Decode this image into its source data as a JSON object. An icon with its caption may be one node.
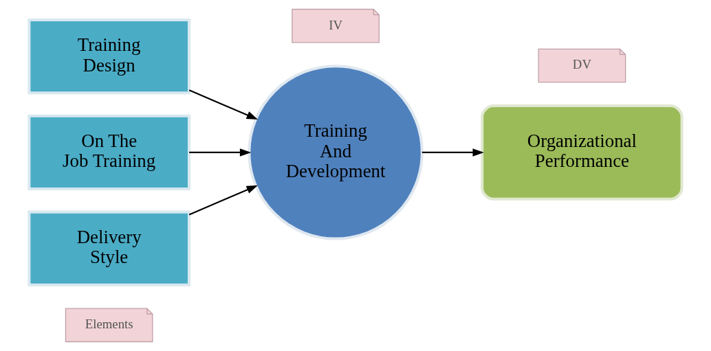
{
  "diagram": {
    "nodes": [
      {
        "text": [
          "Elements"
        ]
      },
      {
        "text": [
          "Training Design"
        ]
      },
      {
        "text": [
          "On The Job Training"
        ]
      },
      {
        "text": [
          "Delivery Style"
        ]
      },
      {
        "text": [
          "IV"
        ]
      },
      {
        "text": [
          "Training And Development"
        ]
      },
      {
        "text": [
          "DV"
        ]
      },
      {
        "text": [
          "Organizational Performance"
        ]
      }
    ],
    "edges": [
      {
        "from": 1,
        "to": 5,
        "arrow": "to"
      },
      {
        "from": 2,
        "to": 5,
        "arrow": "to"
      },
      {
        "from": 3,
        "to": 5,
        "arrow": "to"
      },
      {
        "from": 5,
        "to": 7,
        "arrow": "to"
      }
    ]
  }
}
